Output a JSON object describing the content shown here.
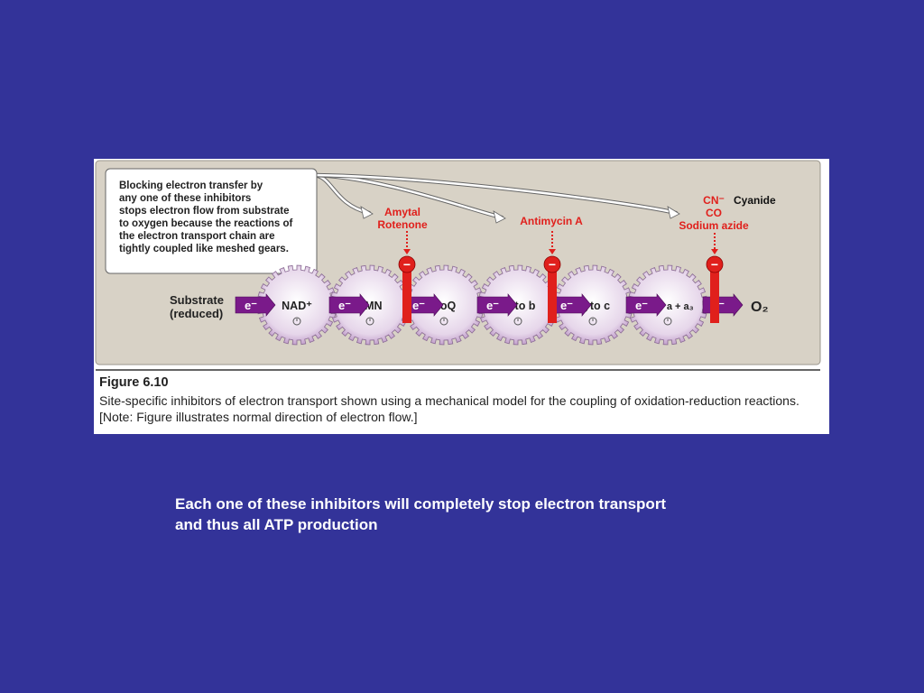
{
  "colors": {
    "slide_bg": "#333399",
    "panel_bg": "#d8d2c6",
    "gear": "#e6d6ea",
    "arrow": "#7a1a8a",
    "inhibitor_red": "#e0201c",
    "label_red": "#e0201c",
    "text": "#222222",
    "note_text": "#ffffff"
  },
  "callout": {
    "lines": [
      "Blocking electron transfer by",
      "any one of these inhibitors",
      "stops electron flow from substrate",
      "to oxygen because the reactions of",
      "the electron transport chain are",
      "tightly coupled like meshed gears."
    ]
  },
  "inhibitors": [
    {
      "lines": [
        "Amytal",
        "Rotenone"
      ]
    },
    {
      "lines": [
        "Antimycin A"
      ]
    },
    {
      "lines": [
        "CN⁻",
        "CO",
        "Sodium azide"
      ],
      "note": "Cyanide"
    }
  ],
  "inhibitor_symbol": "−",
  "chain": {
    "substrate_lines": [
      "Substrate",
      "(reduced)"
    ],
    "electron": "e⁻",
    "carriers": [
      "NAD⁺",
      "FMN",
      "CoQ",
      "Cyto b",
      "Cyto c",
      "Cyto a + a₃"
    ],
    "acceptor": "O₂"
  },
  "caption": {
    "title": "Figure 6.10",
    "text": "Site-specific inhibitors of electron transport shown using a mechanical model for the coupling of oxidation-reduction reactions. [Note: Figure illustrates normal direction of electron flow.]"
  },
  "note": {
    "lines": [
      "Each one of these inhibitors will completely stop electron transport",
      "and thus all ATP production"
    ]
  }
}
